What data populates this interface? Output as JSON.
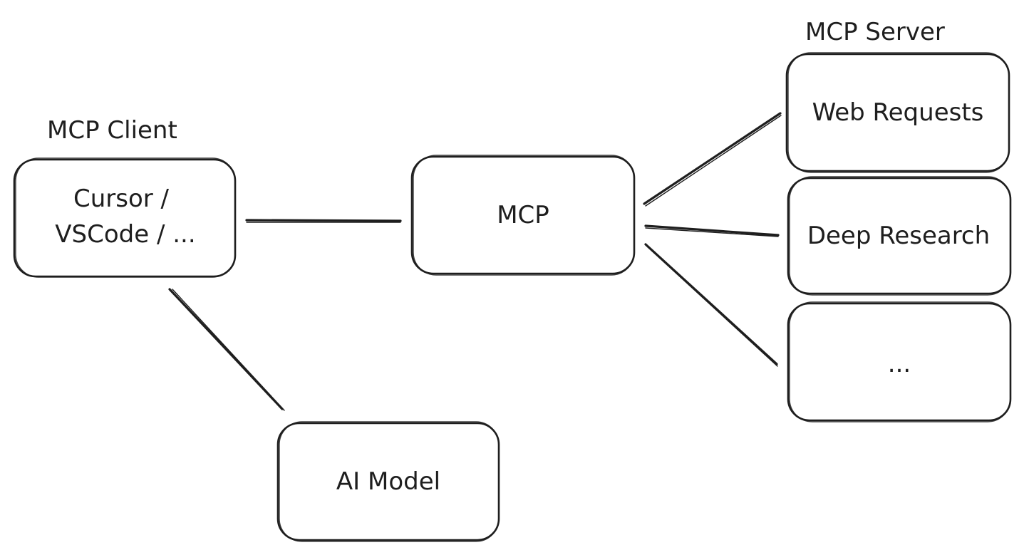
{
  "groups": {
    "client_label": "MCP Client",
    "server_label": "MCP Server"
  },
  "nodes": {
    "client": {
      "line1": "Cursor /",
      "line2": "VSCode / ..."
    },
    "mcp": {
      "label": "MCP"
    },
    "ai_model": {
      "label": "AI Model"
    },
    "web_requests": {
      "label": "Web Requests"
    },
    "deep_research": {
      "label": "Deep Research"
    },
    "more_servers": {
      "label": "..."
    }
  },
  "edges": [
    {
      "from": "client",
      "to": "mcp"
    },
    {
      "from": "client",
      "to": "ai_model"
    },
    {
      "from": "mcp",
      "to": "web_requests"
    },
    {
      "from": "mcp",
      "to": "deep_research"
    },
    {
      "from": "mcp",
      "to": "more_servers"
    }
  ],
  "colors": {
    "stroke": "#1e1e1e",
    "background": "#ffffff"
  }
}
